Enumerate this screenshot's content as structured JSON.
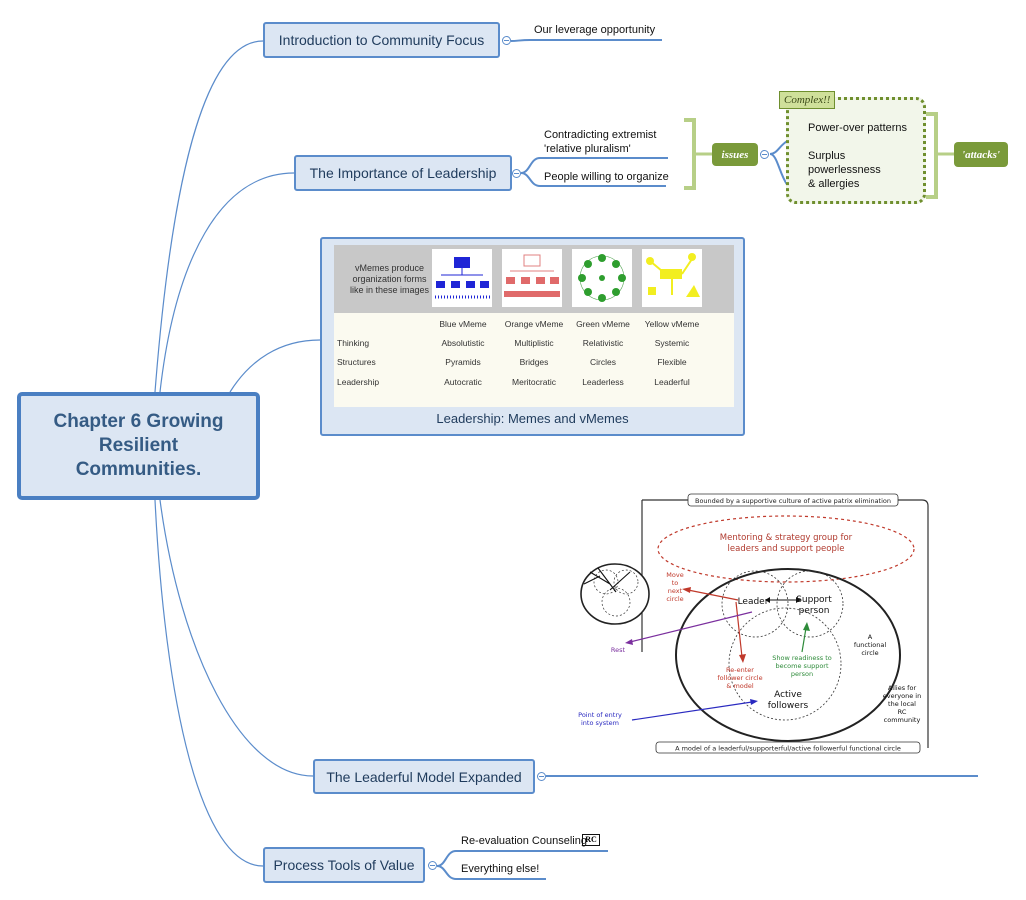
{
  "central": {
    "title": "Chapter 6 Growing Resilient Communities."
  },
  "topics": {
    "intro": {
      "label": "Introduction to Community Focus"
    },
    "leadership": {
      "label": "The Importance of Leadership"
    },
    "leaderful": {
      "label": "The Leaderful Model Expanded"
    },
    "process": {
      "label": "Process Tools of Value"
    }
  },
  "intro_children": [
    "Our leverage opportunity"
  ],
  "leadership_children": [
    "Contradicting  extremist\n'relative pluralism'",
    "People willing to organize"
  ],
  "issues": {
    "label": "issues"
  },
  "complex": {
    "label": "Complex!!",
    "items": [
      "Power-over patterns",
      "Surplus\npowerlessness\n& allergies"
    ]
  },
  "attacks": {
    "label": "'attacks'"
  },
  "process_children": [
    "Re-evaluation Counseling",
    "Everything else!"
  ],
  "rc_logo": "RC",
  "vmemes": {
    "header_text": "vMemes produce\norganization forms\nlike in these images",
    "columns": [
      "Blue vMeme",
      "Orange vMeme",
      "Green vMeme",
      "Yellow vMeme"
    ],
    "rows": [
      {
        "label": "Thinking",
        "values": [
          "Absolutistic",
          "Multiplistic",
          "Relativistic",
          "Systemic"
        ]
      },
      {
        "label": "Structures",
        "values": [
          "Pyramids",
          "Bridges",
          "Circles",
          "Flexible"
        ]
      },
      {
        "label": "Leadership",
        "values": [
          "Autocratic",
          "Meritocratic",
          "Leaderless",
          "Leaderful"
        ]
      }
    ],
    "caption": "Leadership: Memes and vMemes"
  },
  "model": {
    "top_banner": "Bounded by a supportive culture of active patrix elimination",
    "mentoring": "Mentoring & strategy group for\nleaders and support people",
    "leader": "Leader",
    "support": "Support\nperson",
    "move": "Move\nto\nnext\ncircle",
    "rest": "Rest",
    "reenter": "Re-enter\nfollower circle\n& model",
    "readiness": "Show readiness to\nbecome support\nperson",
    "active": "Active\nfollowers",
    "functional": "A\nfunctional\ncircle",
    "allies": "Allies for\neveryone in\nthe local\nRC\ncommunity",
    "entry": "Point of entry\ninto system",
    "bottom_banner": "A model of a leaderful/supporterful/active followerful functional circle"
  },
  "colors": {
    "topic_fill": "#dce6f3",
    "topic_border": "#5b8ccb",
    "green": "#7a9a3a",
    "red": "#c0392b"
  }
}
